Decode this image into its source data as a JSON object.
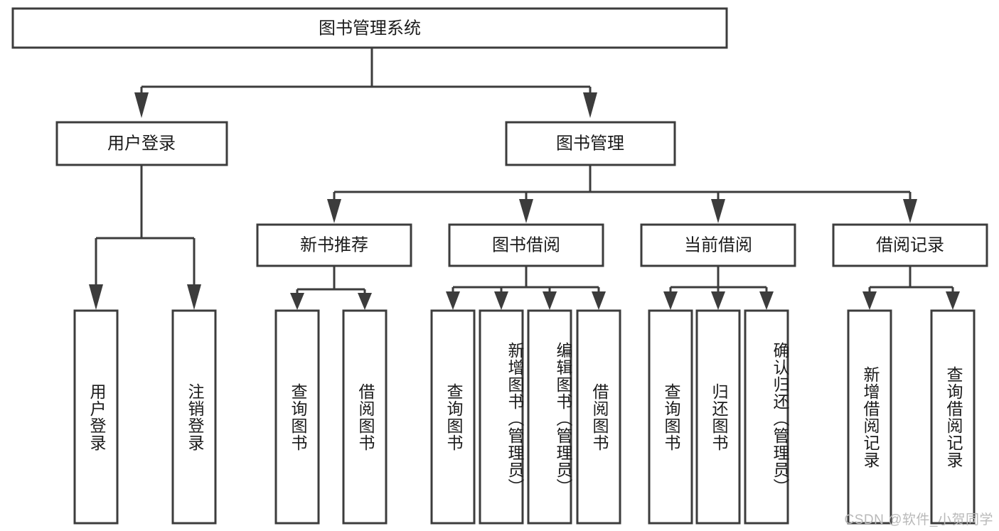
{
  "diagram": {
    "title": "图书管理系统",
    "type": "tree",
    "watermark": "CSDN @软件_小贺同学",
    "colors": {
      "box_stroke": "#3c3c3c",
      "box_fill": "#ffffff",
      "text": "#1b1b1b",
      "connector": "#3c3c3c",
      "watermark": "#b9b9b9",
      "background": "#ffffff"
    },
    "root": {
      "label": "图书管理系统"
    },
    "level2": [
      {
        "label": "用户登录"
      },
      {
        "label": "图书管理"
      }
    ],
    "level3": [
      {
        "label": "新书推荐"
      },
      {
        "label": "图书借阅"
      },
      {
        "label": "当前借阅"
      },
      {
        "label": "借阅记录"
      }
    ],
    "leaves": {
      "user_login": [
        {
          "label": "用户登录"
        },
        {
          "label": "注销登录"
        }
      ],
      "new_book_recommend": [
        {
          "label": "查询图书"
        },
        {
          "label": "借阅图书"
        }
      ],
      "book_borrow": [
        {
          "label": "查询图书"
        },
        {
          "label": "新增图书（管理员）"
        },
        {
          "label": "编辑图书（管理员）"
        },
        {
          "label": "借阅图书"
        }
      ],
      "current_borrow": [
        {
          "label": "查询图书"
        },
        {
          "label": "归还图书"
        },
        {
          "label": "确认归还（管理员）"
        }
      ],
      "borrow_record": [
        {
          "label": "新增借阅记录"
        },
        {
          "label": "查询借阅记录"
        }
      ]
    }
  }
}
